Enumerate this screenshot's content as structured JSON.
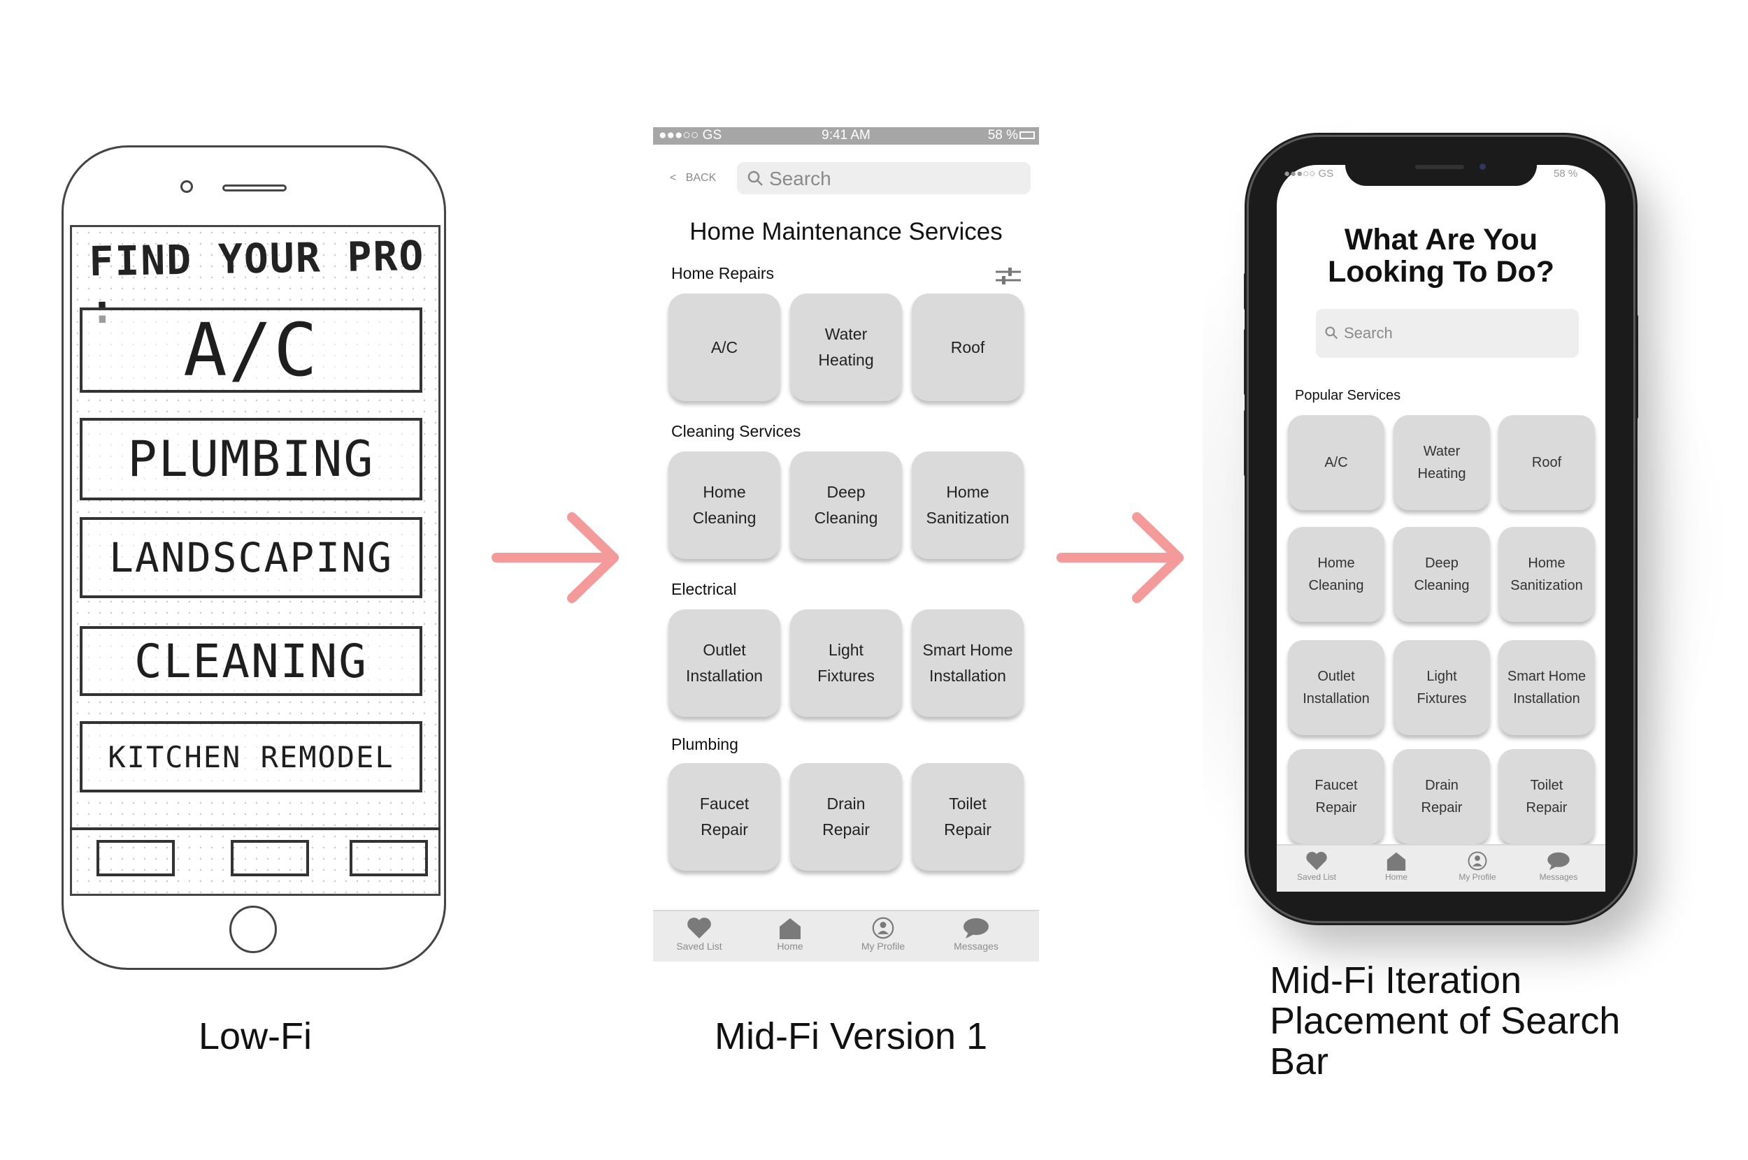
{
  "lowfi": {
    "title": "FIND YOUR PRO :",
    "items": [
      "A/C",
      "PLUMBING",
      "LANDSCAPING",
      "CLEANING",
      "KITCHEN REMODEL"
    ],
    "caption": "Low-Fi"
  },
  "midfi_v1": {
    "status": {
      "carrier": "●●●○○ GS",
      "time": "9:41 AM",
      "battery": "58 %"
    },
    "back_label": "BACK",
    "search_placeholder": "Search",
    "title": "Home Maintenance Services",
    "sections": [
      {
        "label": "Home Repairs",
        "tiles": [
          "A/C",
          "Water\nHeating",
          "Roof"
        ]
      },
      {
        "label": "Cleaning Services",
        "tiles": [
          "Home\nCleaning",
          "Deep\nCleaning",
          "Home\nSanitization"
        ]
      },
      {
        "label": "Electrical",
        "tiles": [
          "Outlet\nInstallation",
          "Light\nFixtures",
          "Smart Home\nInstallation"
        ]
      },
      {
        "label": "Plumbing",
        "tiles": [
          "Faucet\nRepair",
          "Drain\nRepair",
          "Toilet\nRepair"
        ]
      }
    ],
    "nav": [
      "Saved List",
      "Home",
      "My Profile",
      "Messages"
    ],
    "caption": "Mid-Fi Version 1"
  },
  "midfi_iter": {
    "status": {
      "carrier": "●●●○○ GS",
      "battery": "58 %"
    },
    "title_line1": "What Are You",
    "title_line2": "Looking To Do?",
    "search_placeholder": "Search",
    "section_label": "Popular Services",
    "tiles": [
      "A/C",
      "Water\nHeating",
      "Roof",
      "Home\nCleaning",
      "Deep\nCleaning",
      "Home\nSanitization",
      "Outlet\nInstallation",
      "Light\nFixtures",
      "Smart Home\nInstallation",
      "Faucet\nRepair",
      "Drain\nRepair",
      "Toilet\nRepair"
    ],
    "nav": [
      "Saved List",
      "Home",
      "My Profile",
      "Messages"
    ],
    "caption_line1": "Mid-Fi Iteration",
    "caption_line2": "Placement of Search",
    "caption_line3": "Bar"
  },
  "colors": {
    "arrow": "#f59a9a",
    "tile": "#dadada",
    "icon": "#7a7a7a"
  },
  "icons": [
    "heart-icon",
    "house-icon",
    "profile-icon",
    "message-icon",
    "search-icon",
    "filter-icon",
    "chevron-left-icon",
    "wifi-icon",
    "bluetooth-icon",
    "battery-icon"
  ]
}
